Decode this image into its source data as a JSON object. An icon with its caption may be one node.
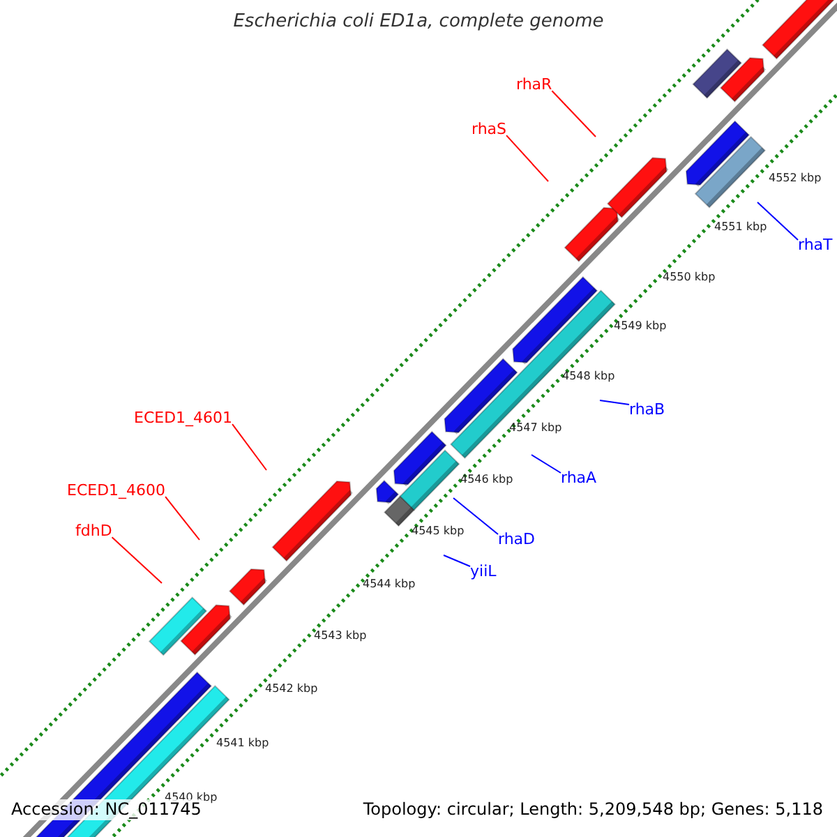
{
  "diagram": {
    "title": "Escherichia coli ED1a, complete genome",
    "nodes": [
      {
        "text": [
          "rhaR"
        ]
      },
      {
        "text": [
          "rhaS"
        ]
      },
      {
        "text": [
          "rhaT"
        ]
      },
      {
        "text": [
          "rhaB"
        ]
      },
      {
        "text": [
          "ECED1_4601"
        ]
      },
      {
        "text": [
          "rhaA"
        ]
      },
      {
        "text": [
          "ECED1_4600"
        ]
      },
      {
        "text": [
          "rhaD"
        ]
      },
      {
        "text": [
          "fdhD"
        ]
      },
      {
        "text": [
          "yiiL"
        ]
      }
    ],
    "edges": [
      {
        "from": 0,
        "to": null,
        "arrow": "none",
        "color": "#ff0000"
      },
      {
        "from": 1,
        "to": null,
        "arrow": "none",
        "color": "#ff0000"
      },
      {
        "from": 2,
        "to": null,
        "arrow": "none",
        "color": "#0000ff"
      },
      {
        "from": 3,
        "to": null,
        "arrow": "none",
        "color": "#0000ff"
      },
      {
        "from": 4,
        "to": null,
        "arrow": "none",
        "color": "#ff0000"
      },
      {
        "from": 5,
        "to": null,
        "arrow": "none",
        "color": "#0000ff"
      },
      {
        "from": 6,
        "to": null,
        "arrow": "none",
        "color": "#ff0000"
      },
      {
        "from": 7,
        "to": null,
        "arrow": "none",
        "color": "#0000ff"
      },
      {
        "from": 8,
        "to": null,
        "arrow": "none",
        "color": "#ff0000"
      },
      {
        "from": 9,
        "to": null,
        "arrow": "none",
        "color": "#0000ff"
      }
    ],
    "labels": [
      "4552 kbp",
      "4551 kbp",
      "4550 kbp",
      "4549 kbp",
      "4548 kbp",
      "4547 kbp",
      "4546 kbp",
      "4545 kbp",
      "4544 kbp",
      "4543 kbp",
      "4542 kbp",
      "4541 kbp",
      "4540 kbp",
      "Accession: NC_011745",
      "Topology: circular; Length: 5,209,548 bp; Genes: 5,118"
    ]
  }
}
